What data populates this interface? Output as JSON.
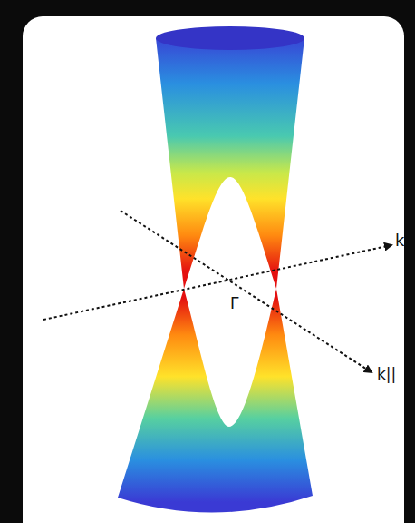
{
  "diagram": {
    "labels": [
      "k",
      "Γ",
      "k||"
    ]
  }
}
